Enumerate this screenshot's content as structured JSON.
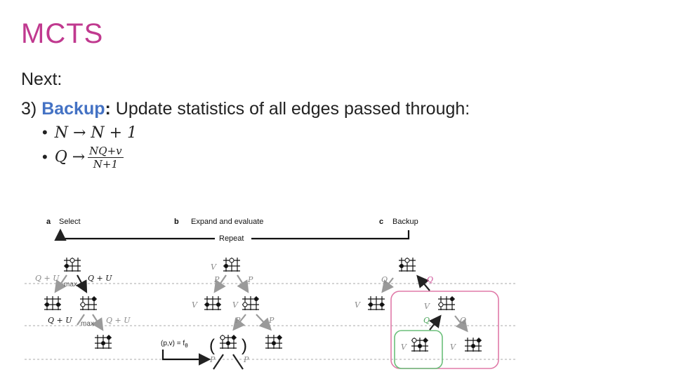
{
  "slide": {
    "title": "MCTS",
    "next": "Next:",
    "step_prefix": "3) ",
    "step_highlight": "Backup",
    "step_colon": ":",
    "step_rest": " Update statistics of all edges passed through:",
    "bullet1": "N → N + 1",
    "bullet2_lhs": "Q →",
    "bullet2_num": "NQ+v",
    "bullet2_den": "N+1"
  },
  "diagram": {
    "panel_a_letter": "a",
    "panel_a_label": "Select",
    "panel_b_letter": "b",
    "panel_b_label": "Expand and evaluate",
    "panel_c_letter": "c",
    "panel_c_label": "Backup",
    "repeat_label": "Repeat",
    "qu": "Q + U",
    "max": "max",
    "v": "V",
    "p": "P",
    "q": "Q",
    "pv_eq": "(p,v) = f",
    "pv_sub": "θ",
    "colors": {
      "title": "#c0398f",
      "highlight": "#4472c4",
      "backup_box": "#e07aa8",
      "leaf_box": "#6bbf7a",
      "edge_gray": "#9a9a9a",
      "edge_dark": "#222222"
    }
  }
}
